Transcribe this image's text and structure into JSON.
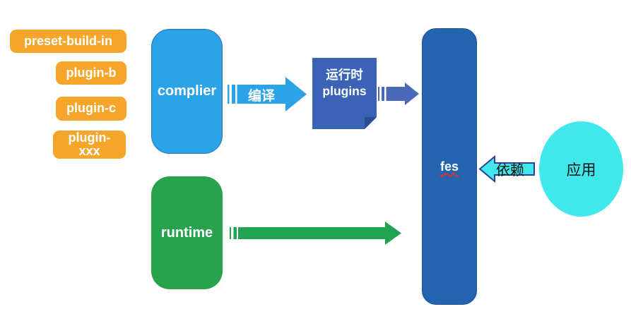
{
  "palette": {
    "orange": "#F6A52B",
    "light_blue": "#2CA3E9",
    "light_blue_border": "#2B72B9",
    "indigo": "#3A62B5",
    "indigo_fold": "#2B4C97",
    "arrow_indigo": "#4A69B8",
    "fes_blue": "#2463AE",
    "fes_border": "#1D4F97",
    "green": "#28A24C",
    "arrow_green": "#21A451",
    "cyan": "#41E8EB",
    "cyan_border": "#2E3E99",
    "squiggle_red": "#E03131",
    "white": "#FFFFFF",
    "black_text": "#111111"
  },
  "chips": [
    {
      "label": "preset-build-in"
    },
    {
      "label": "plugin-b"
    },
    {
      "label": "plugin-c"
    },
    {
      "label": "plugin-\nxxx"
    }
  ],
  "nodes": {
    "complier": {
      "label": "complier"
    },
    "runtime": {
      "label": "runtime"
    },
    "runtime_plugins": {
      "line1": "运行时",
      "line2": "plugins"
    },
    "fes": {
      "label": "fes"
    },
    "app": {
      "label": "应用"
    }
  },
  "arrows": {
    "compile": {
      "label": "编译"
    },
    "plugins_to_fes": {
      "label": ""
    },
    "runtime_to_fes": {
      "label": ""
    },
    "depend": {
      "label": "依赖"
    }
  }
}
